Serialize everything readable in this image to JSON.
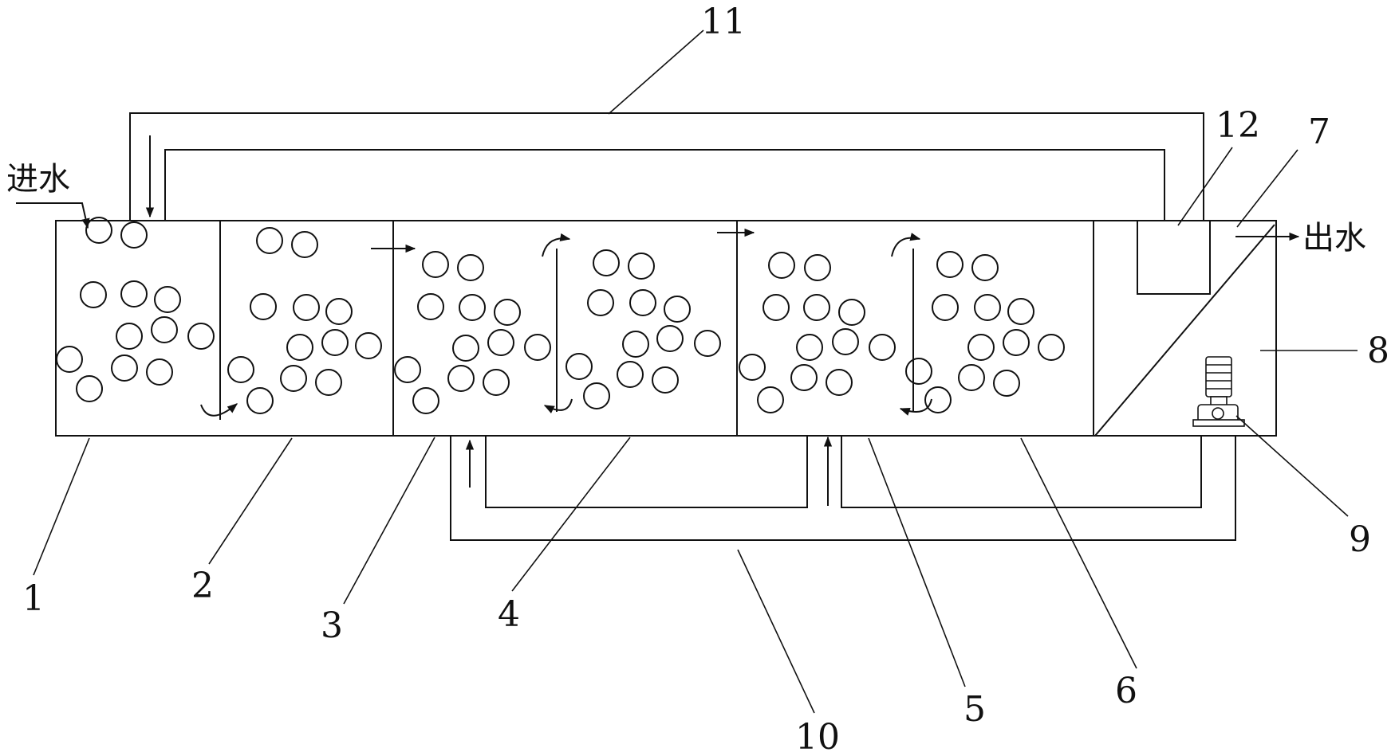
{
  "inlet_label": "进水",
  "outlet_label": "出水",
  "part_numbers": {
    "p1": "1",
    "p2": "2",
    "p3": "3",
    "p4": "4",
    "p5": "5",
    "p6": "6",
    "p7": "7",
    "p8": "8",
    "p9": "9",
    "p10": "10",
    "p11": "11",
    "p12": "12"
  },
  "colors": {
    "line": "#111111",
    "background": "#ffffff"
  },
  "icons": {
    "pump": "pump-icon",
    "media": "media-circle"
  }
}
